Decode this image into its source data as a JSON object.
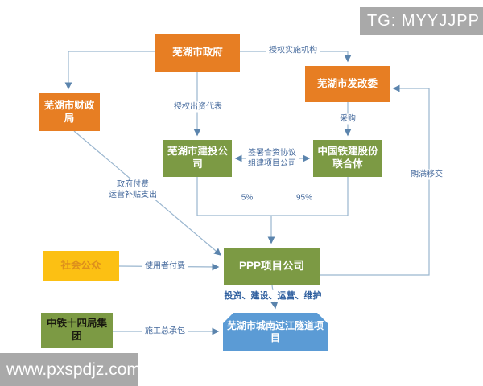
{
  "watermarks": {
    "top_right": "TG: MYYJJPP",
    "bottom_left": "www.pxspdjz.com"
  },
  "nodes": {
    "government": {
      "label": "芜湖市政府"
    },
    "ndrc": {
      "label": "芜湖市发改委"
    },
    "finance_bureau": {
      "label": "芜湖市财政局"
    },
    "construction_investment": {
      "label": "芜湖市建投公司"
    },
    "crcc_consortium": {
      "label": "中国铁建股份联合体"
    },
    "ppp_company": {
      "label": "PPP项目公司"
    },
    "public": {
      "label": "社会公众"
    },
    "crcc_14th_bureau": {
      "label": "中铁十四局集团"
    },
    "tunnel_project": {
      "label": "芜湖市城南过江隧道项目"
    }
  },
  "edge_labels": {
    "authorize_agency": "授权实施机构",
    "authorize_investor": "授权出资代表",
    "procurement": "采购",
    "joint_venture_line1": "签署合资协议",
    "joint_venture_line2": "组建项目公司",
    "share_left": "5%",
    "share_right": "95%",
    "gov_pay_line1": "政府付费",
    "gov_pay_line2": "运营补贴支出",
    "user_pay": "使用者付费",
    "transfer_on_expiry": "期满移交",
    "invest_build_operate_maintain": "投资、建设、运营、维护",
    "construction_epc": "施工总承包"
  },
  "colors": {
    "orange_node": "#e77e23",
    "green_node": "#7c9a44",
    "yellow_node": "#fcc013",
    "blue_node": "#5b9bd5",
    "connector": "#9ab6cf",
    "arrowhead": "#5b84ad",
    "label_text": "#44699c",
    "watermark_bg": "#a9a9a9"
  }
}
